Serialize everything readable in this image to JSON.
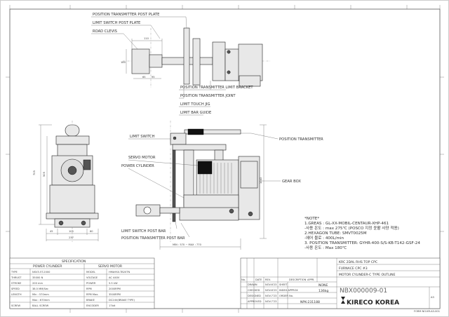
{
  "callouts": {
    "position_transmitter_post_plate": "POSITION TRANSMITTER POST PLATE",
    "limit_switch_post_plate": "LIMIT SWITCH POST PLATE",
    "road_clevis": "ROAD CLEVIS",
    "position_transmitter_limit_bracket": "POSITION TRANSMITTER LIMIT BRACKET",
    "position_transmitter_joint": "POSITION TRANSMITTER JOINT",
    "limit_touch_jig": "LIMIT TOUCH JIG",
    "limit_bar_guide": "LIMIT BAR GUIDE",
    "limit_switch": "LIMIT SWITCH",
    "position_transmitter": "POSITION TRANSMITTER",
    "servo_motor": "SERVO MOTOR",
    "power_cylinder": "POWER CYLINDER",
    "gear_box": "GEAR BOX",
    "limit_switch_post_bar": "LIMIT SWITCH POST BAR",
    "position_transmitter_post_bar": "POSITION TRANSMITTER POST BAR"
  },
  "dimensions": {
    "top_width": "110",
    "top_height": "180",
    "top_sub_1": "65",
    "top_sub_2": "95",
    "side_height_1": "705",
    "side_height_2": "505",
    "side_w_1": "45",
    "side_w_2": "105",
    "side_w_3": "60",
    "side_total": "237",
    "main_height": "1043",
    "stroke_range": "MIN : 570 ~ MAX : 770"
  },
  "notes": {
    "title": "*NOTE*",
    "lines": [
      "1.GREAS : GL-XX-MOBIL-CENTAUR-XHP-461",
      "  -사용 온도 : max 275℃ (POSCO 지정 윤활 사양 적용)",
      "2.HEXAGON TUBE: SMVT0025M",
      "  -에어 블로 : 400L/min",
      "3. POSITION TRANSMITTER: GYHR-400-S/S-KB-T142-GSF-24",
      "  -사용 온도 : Max 180℃"
    ]
  },
  "spec": {
    "title": "SPECIFICATION",
    "col_a": "POWER CYLINDER",
    "col_b": "SERVO MOTOR",
    "rows": [
      [
        "TYPE",
        "NSV3.5T-2000",
        "MODEL",
        "HMA9S0-TB20TN"
      ],
      [
        "THRUST",
        "35000 N",
        "VOLTAGE",
        "AC 440V"
      ],
      [
        "STROKE",
        "200 mm",
        "POWER",
        "5.5 kW"
      ],
      [
        "SPEED",
        "38.5 MM/Sec",
        "RPM",
        "2000RPM"
      ],
      [
        "LENGTH",
        "Min : 570mm",
        "RPM Max.",
        "3500RPM"
      ],
      [
        "",
        "Max : 670mm",
        "BRAKE",
        "DC24V(BRAKE TYPE)"
      ],
      [
        "SCREW",
        "BALL SCREW",
        "ENCODER",
        "17bit"
      ]
    ]
  },
  "title_block": {
    "line1": "KRC 2DAL RHS TOP CPC",
    "line2": "FURNACE CPC #3",
    "line3": "MOTOR CYLINDER-C TYPE OUTLINE",
    "scale": "NONE",
    "weight": "136kg",
    "drawing_no": "NBX000009-01",
    "order_no": "NPK-231188",
    "company": "KIRECO KOREA",
    "rev_headers": [
      "No.",
      "DATE",
      "REV.",
      "DESCRIPTION",
      "APPR."
    ],
    "sign_rows": [
      [
        "DRAWN",
        "NOV.6'23",
        "SHEET"
      ],
      [
        "CHECKED",
        "NOV.6'23",
        "INDEX APPROX"
      ],
      [
        "DESIGNED",
        "NOV.7'23",
        "ORDER No."
      ],
      [
        "APPROVED",
        "NOV.7'23",
        ""
      ]
    ],
    "sheet_label": "A3",
    "footnote": "FORM NO.KR-A3-001"
  }
}
